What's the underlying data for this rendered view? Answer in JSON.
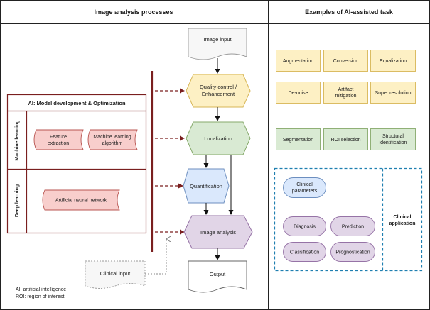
{
  "headers": {
    "left": "Image analysis processes",
    "right": "Examples of AI-assisted task"
  },
  "flow": {
    "image_input": "Image input",
    "quality_control": [
      "Quality control /",
      "Enhancement"
    ],
    "localization": "Localization",
    "quantification": "Quantification",
    "image_analysis": "Image analysis",
    "output": "Output",
    "clinical_input": "Clinical input"
  },
  "ai_panel": {
    "title": "AI: Model development & Optimization",
    "ml_label": "Machine learning",
    "dl_label": "Deep learning",
    "feature_extraction": [
      "Feature",
      "extraction"
    ],
    "ml_algorithm": [
      "Machine learning",
      "algorithm"
    ],
    "ann": "Artificial neural network"
  },
  "tasks": {
    "augmentation": "Augmentation",
    "conversion": "Conversion",
    "equalization": "Equalization",
    "denoise": "De-noise",
    "artifact": [
      "Artifact",
      "mitigation"
    ],
    "super_resolution": "Super resolution",
    "segmentation": "Segmentation",
    "roi_selection": "ROI selection",
    "structural": [
      "Structural",
      "identification"
    ]
  },
  "clinical": {
    "parameters": [
      "Clinical",
      "parameters"
    ],
    "diagnosis": "Diagnosis",
    "prediction": "Prediction",
    "classification": "Classification",
    "prognostication": "Prognostication",
    "application": [
      "Clinical",
      "application"
    ]
  },
  "legend": {
    "ai": "AI: artificial intelligence",
    "roi": "ROI: region of interest"
  },
  "colors": {
    "yellow_fill": "#fdf0c4",
    "yellow_stroke": "#d7b656",
    "green_fill": "#d9ead3",
    "green_stroke": "#86a96b",
    "blue_fill": "#dae8fc",
    "blue_stroke": "#6c8ebf",
    "purple_fill": "#e1d5e7",
    "purple_stroke": "#9673a6",
    "pink_fill": "#f8cecc",
    "pink_stroke": "#b85450",
    "dark_red": "#7a1f1f",
    "dashed_blue": "#1f7fb0"
  }
}
